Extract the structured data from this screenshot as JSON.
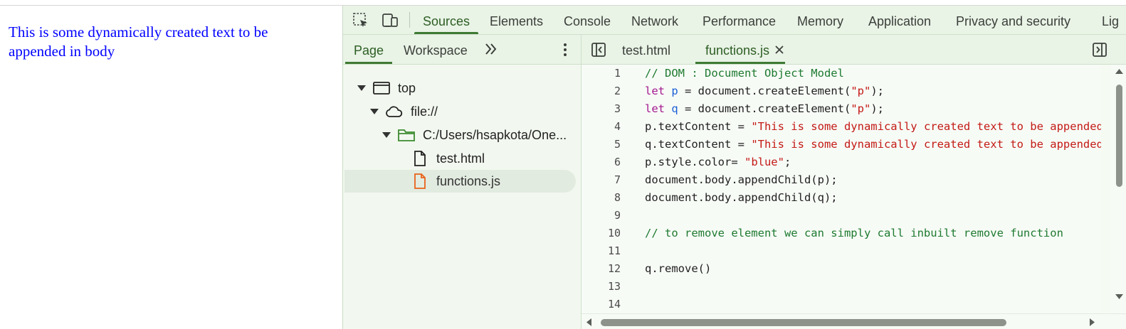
{
  "page": {
    "text": "This is some dynamically created text to be appended in body",
    "text_color": "#0000ff"
  },
  "devtools": {
    "toolbar": {
      "icons": [
        "inspect-element-icon",
        "device-toolbar-icon"
      ],
      "tabs": [
        "Sources",
        "Elements",
        "Console",
        "Network",
        "Performance",
        "Memory",
        "Application",
        "Privacy and security",
        "Lig"
      ],
      "active_tab": "Sources"
    },
    "navigator": {
      "tabs": [
        "Page",
        "Workspace"
      ],
      "active_tab": "Page",
      "tree": [
        {
          "label": "top",
          "icon": "frame-icon",
          "expanded": true
        },
        {
          "label": "file://",
          "icon": "cloud-icon",
          "expanded": true
        },
        {
          "label": "C:/Users/hsapkota/One...",
          "icon": "folder-icon",
          "expanded": true
        },
        {
          "label": "test.html",
          "icon": "file-icon"
        },
        {
          "label": "functions.js",
          "icon": "js-file-icon",
          "selected": true
        }
      ]
    },
    "editor": {
      "tabs": [
        "test.html",
        "functions.js"
      ],
      "active_tab": "functions.js",
      "line_numbers": [
        "1",
        "2",
        "3",
        "4",
        "5",
        "6",
        "7",
        "8",
        "9",
        "10",
        "11",
        "12",
        "13",
        "14"
      ],
      "lines": [
        {
          "comment": "// DOM : Document Object Model"
        },
        {
          "kw": "let",
          "var": "p",
          "rest": " = document.createElement(",
          "str": "\"p\"",
          "end": ");"
        },
        {
          "kw": "let",
          "var": "q",
          "rest": " = document.createElement(",
          "str": "\"p\"",
          "end": ");"
        },
        {
          "code": "p.textContent = ",
          "str": "\"This is some dynamically created text to be appended in body\"",
          "end": ";"
        },
        {
          "code": "q.textContent = ",
          "str": "\"This is some dynamically created text to be appended in body\"",
          "end": ";"
        },
        {
          "code": "p.style.color= ",
          "str": "\"blue\"",
          "end": ";"
        },
        {
          "code": "document.body.appendChild(p);"
        },
        {
          "code": "document.body.appendChild(q);"
        },
        {
          "code": ""
        },
        {
          "comment": "// to remove element we can simply call inbuilt remove function"
        },
        {
          "code": ""
        },
        {
          "code": "q.remove()"
        },
        {
          "code": ""
        },
        {
          "code": ""
        }
      ]
    },
    "colors": {
      "accent": "#3f7a33",
      "panel_bg": "#f2f8ef",
      "keyword": "#a4198f",
      "string": "#c41a16",
      "comment": "#1e7a30"
    }
  }
}
